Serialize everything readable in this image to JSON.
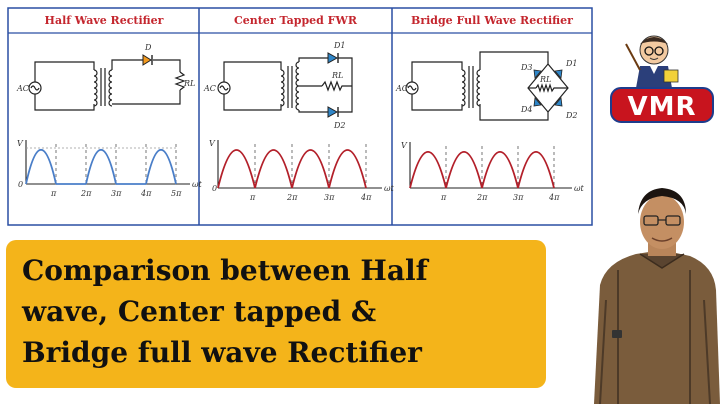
{
  "panels": [
    {
      "title": "Half Wave Rectifier",
      "labels": {
        "source": "AC",
        "diode": "D",
        "load": "RL",
        "axis_y": "V",
        "axis_x": "ωt",
        "origin": "0"
      },
      "ticks": [
        "π",
        "2π",
        "3π",
        "4π",
        "5π"
      ],
      "waveform": "half-wave"
    },
    {
      "title": "Center Tapped FWR",
      "labels": {
        "source": "AC",
        "diode1": "D1",
        "diode2": "D2",
        "load": "RL",
        "axis_y": "V",
        "axis_x": "ωt",
        "origin": "0"
      },
      "ticks": [
        "π",
        "2π",
        "3π",
        "4π"
      ],
      "waveform": "full-wave"
    },
    {
      "title": "Bridge Full Wave Rectifier",
      "labels": {
        "source": "AC",
        "d1": "D1",
        "d2": "D2",
        "d3": "D3",
        "d4": "D4",
        "load": "RL",
        "axis_y": "V",
        "axis_x": "ωt"
      },
      "ticks": [
        "π",
        "2π",
        "3π",
        "4π"
      ],
      "waveform": "full-wave"
    }
  ],
  "headline": {
    "line1": "Comparison between Half",
    "line2": "wave, Center tapped &",
    "line3": "Bridge full wave Rectifier"
  },
  "brand": {
    "logo_text": "VMR"
  },
  "colors": {
    "frame": "#2a4fa3",
    "title": "#c4262e",
    "wave": "#b3202a",
    "half_wave": "#4a7ec8",
    "diode": "#2f86c8",
    "headline_bg": "#f4b41a",
    "brand": "#c8141e"
  }
}
